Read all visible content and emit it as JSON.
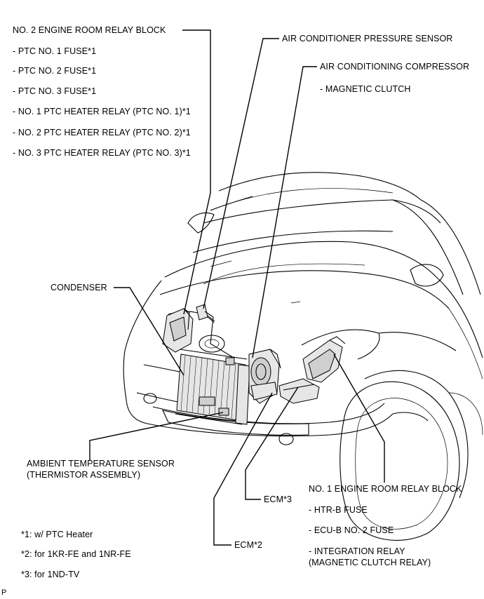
{
  "relay_block_2": {
    "title": "NO. 2 ENGINE ROOM RELAY BLOCK",
    "items": [
      "- PTC NO. 1 FUSE*1",
      "- PTC NO. 2 FUSE*1",
      "- PTC NO. 3 FUSE*1",
      "- NO. 1 PTC HEATER RELAY (PTC NO. 1)*1",
      "- NO. 2 PTC HEATER RELAY (PTC NO. 2)*1",
      "- NO. 3 PTC HEATER RELAY (PTC NO. 3)*1"
    ]
  },
  "ac_pressure_sensor": "AIR CONDITIONER PRESSURE SENSOR",
  "ac_compressor": {
    "title": "AIR CONDITIONING COMPRESSOR",
    "item": "- MAGNETIC CLUTCH"
  },
  "condenser": "CONDENSER",
  "ambient_sensor": {
    "line1": "AMBIENT TEMPERATURE SENSOR",
    "line2": "(THERMISTOR ASSEMBLY)"
  },
  "ecm3": "ECM*3",
  "ecm2": "ECM*2",
  "relay_block_1": {
    "title": "NO. 1 ENGINE ROOM RELAY BLOCK",
    "items": [
      "- HTR-B FUSE",
      "- ECU-B NO. 2 FUSE",
      "- INTEGRATION RELAY"
    ],
    "item_cont": "(MAGNETIC CLUTCH RELAY)"
  },
  "footnotes": [
    "*1: w/ PTC Heater",
    "*2: for 1KR-FE and 1NR-FE",
    "*3: for 1ND-TV"
  ],
  "corner_mark": "P"
}
